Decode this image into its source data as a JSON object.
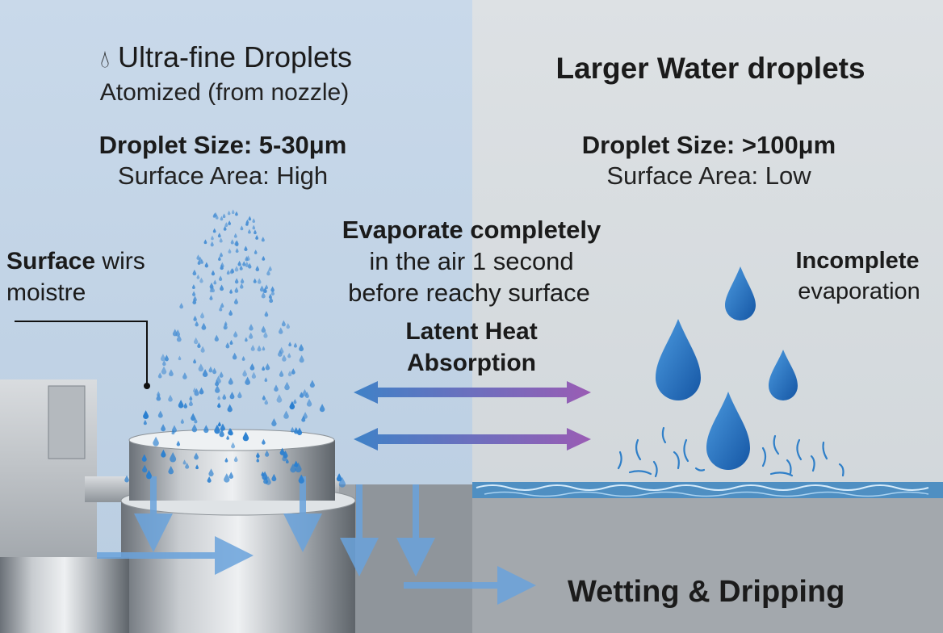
{
  "left_panel": {
    "icon": "droplet-icon",
    "title": "Ultra-fine Droplets",
    "subtitle": "Atomized (from nozzle)",
    "size_label": "Droplet Size: 5-30μm",
    "area_label": "Surface Area: High",
    "callout_line1_bold": "Surface",
    "callout_line1_rest": " wirs",
    "callout_line2": "moistre"
  },
  "right_panel": {
    "title": "Larger Water droplets",
    "size_label": "Droplet Size: >100μm",
    "area_label": "Surface Area: Low",
    "note_line1": "Incomplete",
    "note_line2": "evaporation"
  },
  "center": {
    "evap_line1": "Evaporate completely",
    "evap_line2": "in the air 1 second",
    "evap_line3": "before reachy surface",
    "heat_line1": "Latent Heat",
    "heat_line2": "Absorption"
  },
  "bottom": {
    "label": "Wetting & Dripping"
  },
  "colors": {
    "left_bg": "#c8d8e8",
    "right_bg": "#d6dbdf",
    "droplet_blue": "#1f6fc0",
    "arrow_start": "#3f82c7",
    "arrow_end": "#9a5cb4",
    "water_layer": "#4f8fc2"
  }
}
